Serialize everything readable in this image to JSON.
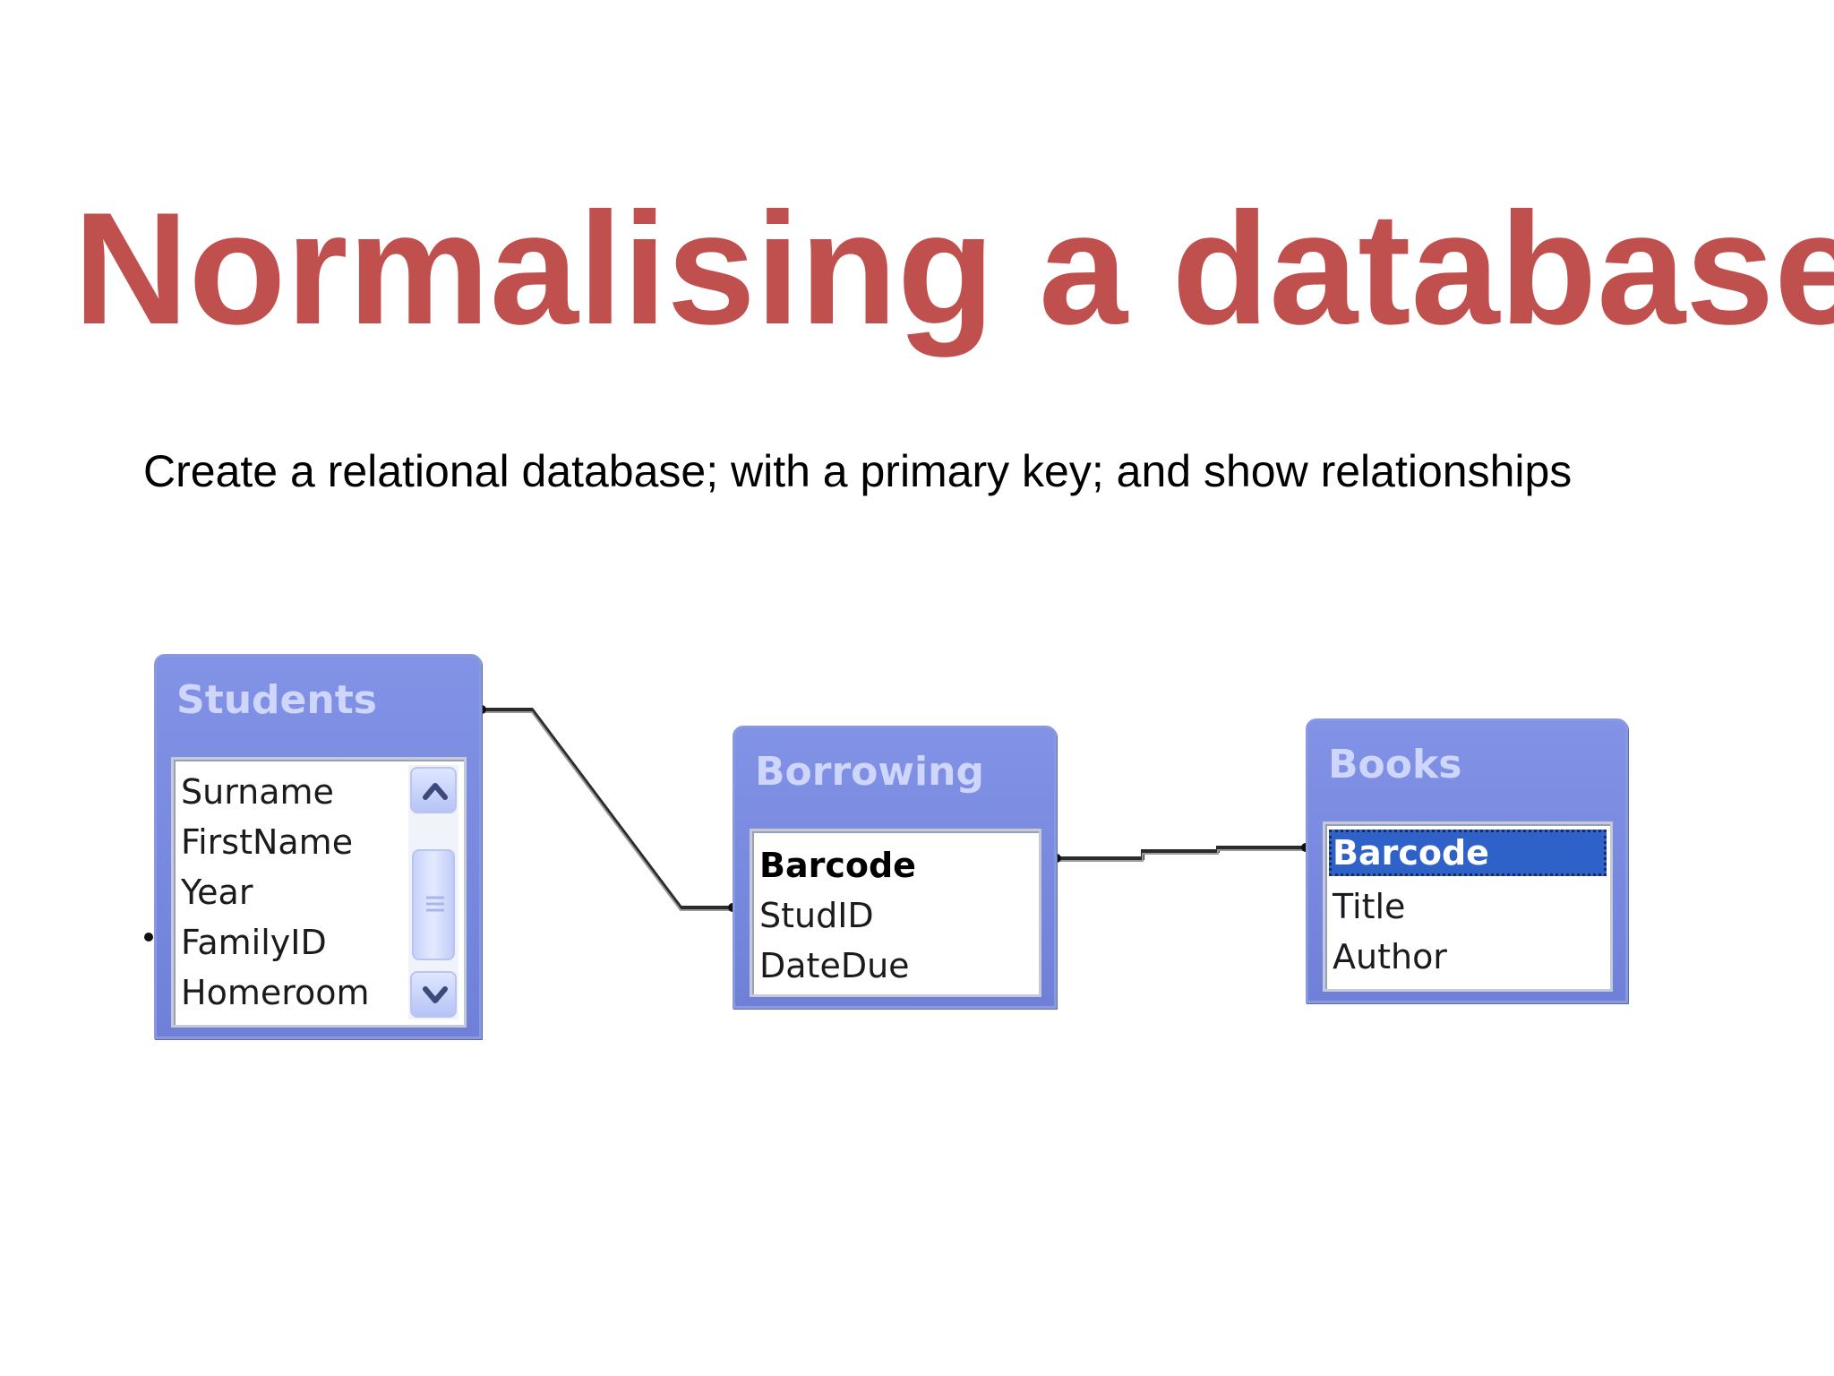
{
  "slide": {
    "title": "Normalising a database",
    "subtitle": "Create a relational database; with a primary key; and show relationships"
  },
  "colors": {
    "title": "#c0504d",
    "window": "#7587df",
    "selection": "#2f62c9"
  },
  "tables": {
    "students": {
      "name": "Students",
      "fields": [
        "Surname",
        "FirstName",
        "Year",
        "FamilyID",
        "Homeroom"
      ],
      "has_scrollbar": true
    },
    "borrowing": {
      "name": "Borrowing",
      "fields": [
        "Barcode",
        "StudID",
        "DateDue"
      ],
      "key_field": "Barcode"
    },
    "books": {
      "name": "Books",
      "fields": [
        "Barcode",
        "Title",
        "Author"
      ],
      "selected_field": "Barcode"
    }
  },
  "relationships": [
    {
      "from": "Students",
      "to": "Borrowing.StudID"
    },
    {
      "from": "Borrowing",
      "to": "Books.Barcode"
    }
  ],
  "icons": {
    "scroll_up": "chevron-up-icon",
    "scroll_down": "chevron-down-icon",
    "scroll_grip": "grip-icon"
  }
}
